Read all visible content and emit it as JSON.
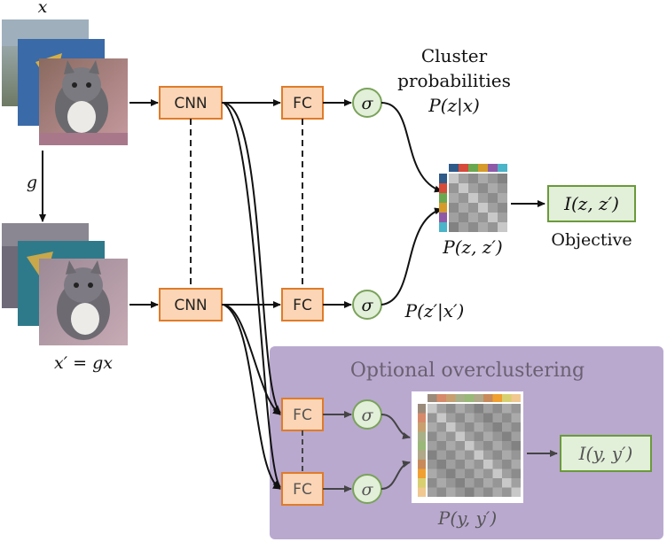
{
  "labels": {
    "input_x": "x",
    "transform_g": "g",
    "input_xprime": "x′ = gx",
    "cnn_top": "CNN",
    "cnn_bottom": "CNN",
    "fc_top": "FC",
    "fc_bottom": "FC",
    "fc_over_top": "FC",
    "fc_over_bottom": "FC",
    "sigma": "σ",
    "cluster_line1": "Cluster",
    "cluster_line2": "probabilities",
    "p_z_given_x": "P(z|x)",
    "p_zprime_given_xprime": "P(z′|x′)",
    "p_joint": "P(z, z′)",
    "mi_label": "I(z, z′)",
    "objective": "Objective",
    "overclustering_title": "Optional overclustering",
    "p_over_joint": "P(y, y′)",
    "mi_over_label": "I(y, y′)"
  },
  "colors": {
    "box_fill": "#fbd5b5",
    "box_stroke": "#e07b2a",
    "sigma_fill": "#e2efd9",
    "sigma_stroke": "#7aa35a",
    "mi_fill": "#e2efd9",
    "mi_stroke": "#6a9a3a",
    "panel_fill": "#b9a9cf",
    "main_cluster_colors": [
      "#2e5a8a",
      "#d64a3a",
      "#6aa84f",
      "#d69a2a",
      "#8e5aa8",
      "#4ab4c8"
    ],
    "over_cluster_colors": [
      "#9a8a7a",
      "#d68a6a",
      "#c8a070",
      "#a8b088",
      "#9ab878",
      "#b0a888",
      "#c88a5a",
      "#f0a030",
      "#d8d070",
      "#f0c890"
    ]
  }
}
